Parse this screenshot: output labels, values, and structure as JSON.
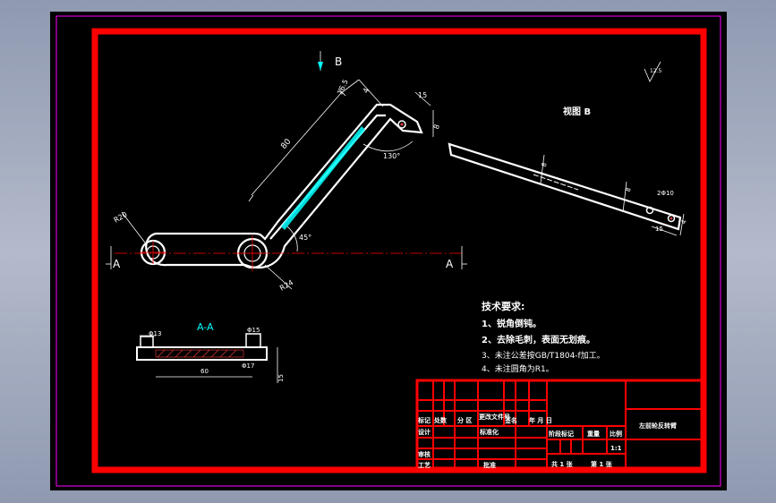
{
  "labels": {
    "view_b_arrow": "B",
    "view_b_title": "视图 B",
    "section_a_left": "A",
    "section_a_right": "A",
    "section_title": "A-A",
    "roughness": "12.5"
  },
  "dimensions": {
    "d_16_5": "16.5",
    "d_4_top": "4",
    "d_15_top": "15",
    "d_8_top": "8",
    "d_80": "80",
    "d_130deg": "130°",
    "d_r20": "R20",
    "d_45deg": "45°",
    "d_r24": "R24",
    "d_phi8_b": "2Φ10",
    "d_8_b1": "8",
    "d_8_b2": "8",
    "d_15_b": "15",
    "d_4_b": "4",
    "d_phi13": "Φ13",
    "d_phi15": "Φ15",
    "d_phi17": "Φ17",
    "d_60": "60",
    "d_15_aa": "15"
  },
  "requirements": {
    "heading": "技术要求:",
    "items": [
      "1、锐角倒钝。",
      "2、去除毛刺，表面无划痕。",
      "3、未注公差按GB/T1804-f加工。",
      "4、未注圆角为R1。"
    ]
  },
  "title_block": {
    "part_name": "左前轮反转臂",
    "h_mark": "标记",
    "h_count": "处数",
    "h_zone": "分 区",
    "h_docno": "更改文件号",
    "h_sign": "签名",
    "h_date": "年 月 日",
    "h_design": "设计",
    "h_std": "标准化",
    "h_check": "审核",
    "h_process": "工艺",
    "h_approve": "批准",
    "h_stage": "阶段标记",
    "h_weight": "重量",
    "h_scale": "比例",
    "scale_value": "1:1",
    "sheet_total": "共 1 张",
    "sheet_no": "第 1 张"
  }
}
